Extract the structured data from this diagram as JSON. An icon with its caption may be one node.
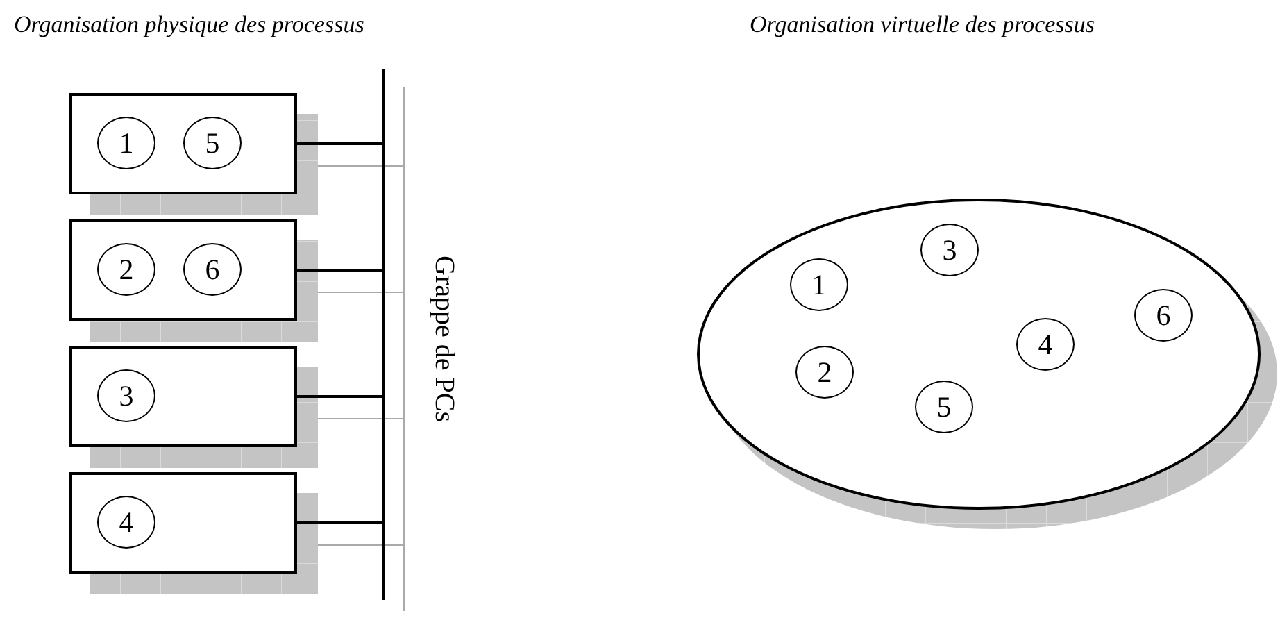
{
  "diagram": {
    "nodes": [
      {
        "text": [],
        "shape": "box"
      },
      {
        "text": [
          "1"
        ],
        "in": 0
      },
      {
        "text": [
          "5"
        ],
        "in": 0
      },
      {
        "text": [],
        "shape": "box"
      },
      {
        "text": [
          "2"
        ],
        "in": 3
      },
      {
        "text": [
          "6"
        ],
        "in": 3
      },
      {
        "text": [],
        "shape": "box"
      },
      {
        "text": [
          "3"
        ],
        "in": 6
      },
      {
        "text": [],
        "shape": "box"
      },
      {
        "text": [
          "4"
        ],
        "in": 8
      },
      {
        "text": [],
        "shape": "bar",
        "beside": [
          "Grappe de PCs"
        ]
      },
      {
        "text": [],
        "shape": "ellipse"
      },
      {
        "text": [
          "3"
        ],
        "in": 11
      },
      {
        "text": [
          "1"
        ],
        "in": 11
      },
      {
        "text": [
          "6"
        ],
        "in": 11
      },
      {
        "text": [
          "4"
        ],
        "in": 11
      },
      {
        "text": [
          "2"
        ],
        "in": 11
      },
      {
        "text": [
          "5"
        ],
        "in": 11
      }
    ],
    "edges": [
      {
        "from": 0,
        "to": 10,
        "arrow": "none"
      },
      {
        "from": 3,
        "to": 10,
        "arrow": "none"
      },
      {
        "from": 6,
        "to": 10,
        "arrow": "none"
      },
      {
        "from": 8,
        "to": 10,
        "arrow": "none"
      }
    ],
    "labels": [
      "Organisation physique des processus",
      "Organisation virtuelle des processus"
    ]
  }
}
